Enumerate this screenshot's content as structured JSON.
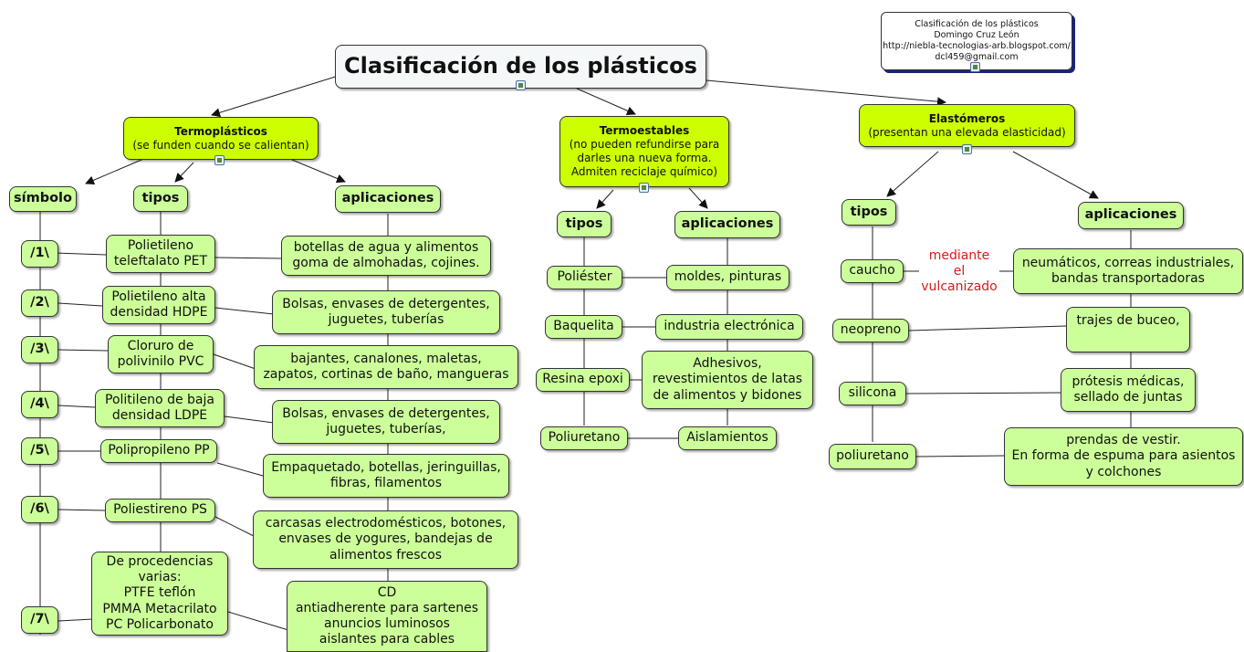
{
  "title": "Clasificación de los plásticos",
  "info": [
    "Clasificación de los plásticos",
    "Domingo Cruz León",
    "http://niebla-tecnologias-arb.blogspot.com/",
    "dcl459@gmail.com"
  ],
  "termoplasticos": {
    "title": "Termoplásticos",
    "subtitle": "(se funden cuando se calientan)",
    "simbolo_label": "símbolo",
    "tipos_label": "tipos",
    "aplicaciones_label": "aplicaciones",
    "simbolos": [
      "/1\\",
      "/2\\",
      "/3\\",
      "/4\\",
      "/5\\",
      "/6\\",
      "/7\\"
    ],
    "tipos": [
      [
        "Polietileno",
        "teleftalato PET"
      ],
      [
        "Polietileno alta",
        "densidad HDPE"
      ],
      [
        "Cloruro de",
        "polivinilo PVC"
      ],
      [
        "Politileno de baja",
        "densidad LDPE"
      ],
      [
        "Polipropileno PP"
      ],
      [
        "Poliestireno PS"
      ],
      [
        "De procedencias",
        "varias:",
        "PTFE teflón",
        "PMMA Metacrilato",
        "PC Policarbonato"
      ]
    ],
    "aplicaciones": [
      [
        "botellas de agua y alimentos",
        "goma de almohadas, cojines."
      ],
      [
        "Bolsas, envases de detergentes,",
        "juguetes, tuberías"
      ],
      [
        "bajantes, canalones, maletas,",
        "zapatos, cortinas de baño, mangueras"
      ],
      [
        "Bolsas, envases de detergentes,",
        "juguetes, tuberías,"
      ],
      [
        "Empaquetado, botellas, jeringuillas,",
        "fibras, filamentos"
      ],
      [
        "carcasas electrodomésticos, botones,",
        "envases de yogures, bandejas de",
        "alimentos frescos"
      ],
      [
        "CD",
        "antiadherente para sartenes",
        "anuncios luminosos",
        "aislantes para cables"
      ]
    ]
  },
  "termoestables": {
    "title": "Termoestables",
    "subtitle": [
      "(no pueden refundirse para",
      "darles una nueva forma.",
      "Admiten reciclaje químico)"
    ],
    "tipos_label": "tipos",
    "aplicaciones_label": "aplicaciones",
    "tipos": [
      "Poliéster",
      "Baquelita",
      "Resina epoxi",
      "Poliuretano"
    ],
    "aplicaciones": [
      [
        "moldes, pinturas"
      ],
      [
        "industria electrónica"
      ],
      [
        "Adhesivos,",
        "revestimientos de latas",
        "de alimentos y bidones"
      ],
      [
        "Aislamientos"
      ]
    ]
  },
  "elastomeros": {
    "title": "Elastómeros",
    "subtitle": "(presentan una elevada elasticidad)",
    "tipos_label": "tipos",
    "aplicaciones_label": "aplicaciones",
    "tipos": [
      "caucho",
      "neopreno",
      "silicona",
      "poliuretano"
    ],
    "note": [
      "mediante",
      "el",
      "vulcanizado"
    ],
    "aplicaciones": [
      [
        "neumáticos, correas industriales,",
        "bandas transportadoras"
      ],
      [
        "trajes de buceo,"
      ],
      [
        "prótesis médicas,",
        "sellado de juntas"
      ],
      [
        "prendas de vestir.",
        "En forma de espuma para asientos",
        "y colchones"
      ]
    ]
  }
}
